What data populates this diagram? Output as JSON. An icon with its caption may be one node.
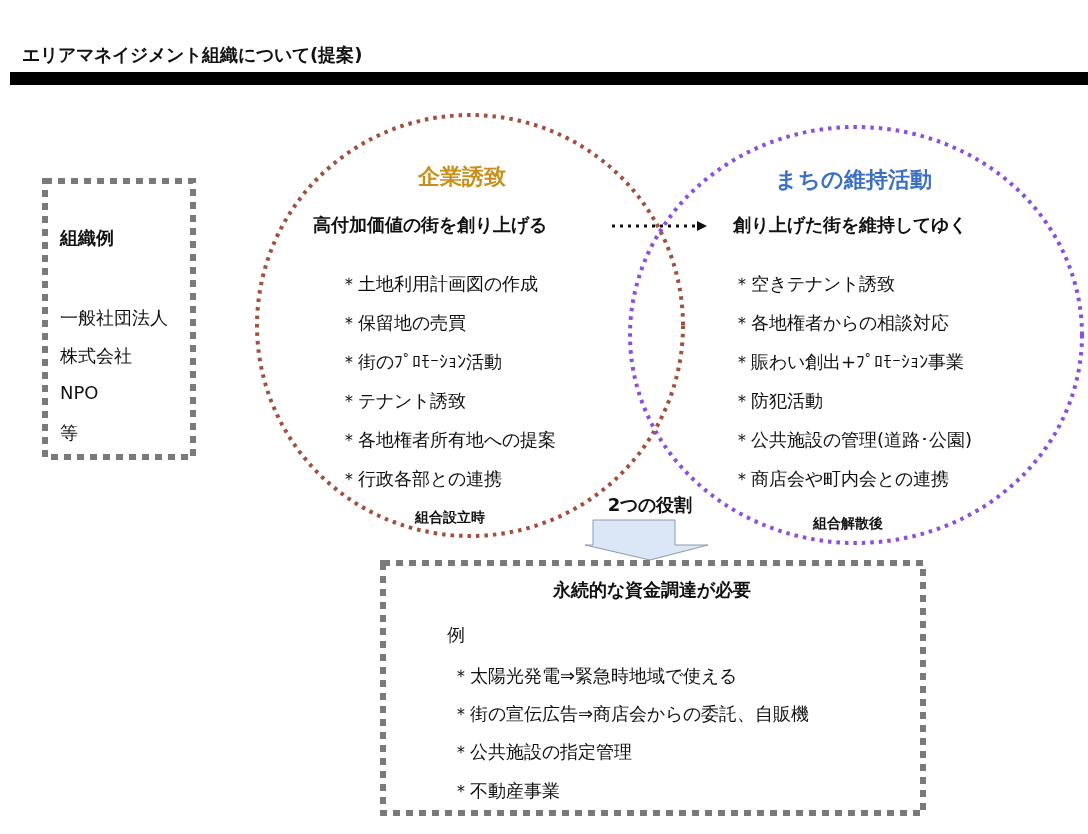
{
  "diagram": {
    "title": "エリアマネイジメント組織について(提案)",
    "nodes": [
      {
        "text": [
          "組織例",
          "一般社団法人",
          "株式会社",
          "NPO",
          "等"
        ]
      },
      {
        "text": [
          "企業誘致",
          "高付加価値の街を創り上げる",
          "＊土地利用計画図の作成",
          "＊保留地の売買",
          "＊街のﾌﾟﾛﾓｰｼｮﾝ活動",
          "＊テナント誘致",
          "＊各地権者所有地への提案",
          "＊行政各部との連携",
          "組合設立時"
        ]
      },
      {
        "text": [
          "まちの維持活動",
          "創り上げた街を維持してゆく",
          "＊空きテナント誘致",
          "＊各地権者からの相談対応",
          "＊賑わい創出+ﾌﾟﾛﾓｰｼｮﾝ事業",
          "＊防犯活動",
          "＊公共施設の管理(道路･公園)",
          "＊商店会や町内会との連携",
          "組合解散後"
        ]
      },
      {
        "text": [
          "永続的な資金調達が必要",
          "例",
          "＊太陽光発電⇒緊急時地域で使える",
          "＊街の宣伝広告⇒商店会からの委託、自販機",
          "＊公共施設の指定管理",
          "＊不動産事業"
        ]
      }
    ],
    "edges": [
      {
        "from": 1,
        "to": 2,
        "arrow": "to",
        "style": "dashed"
      },
      {
        "from": null,
        "to": 3,
        "arrow": "to",
        "style": "thick",
        "label": "2つの役割"
      }
    ]
  }
}
